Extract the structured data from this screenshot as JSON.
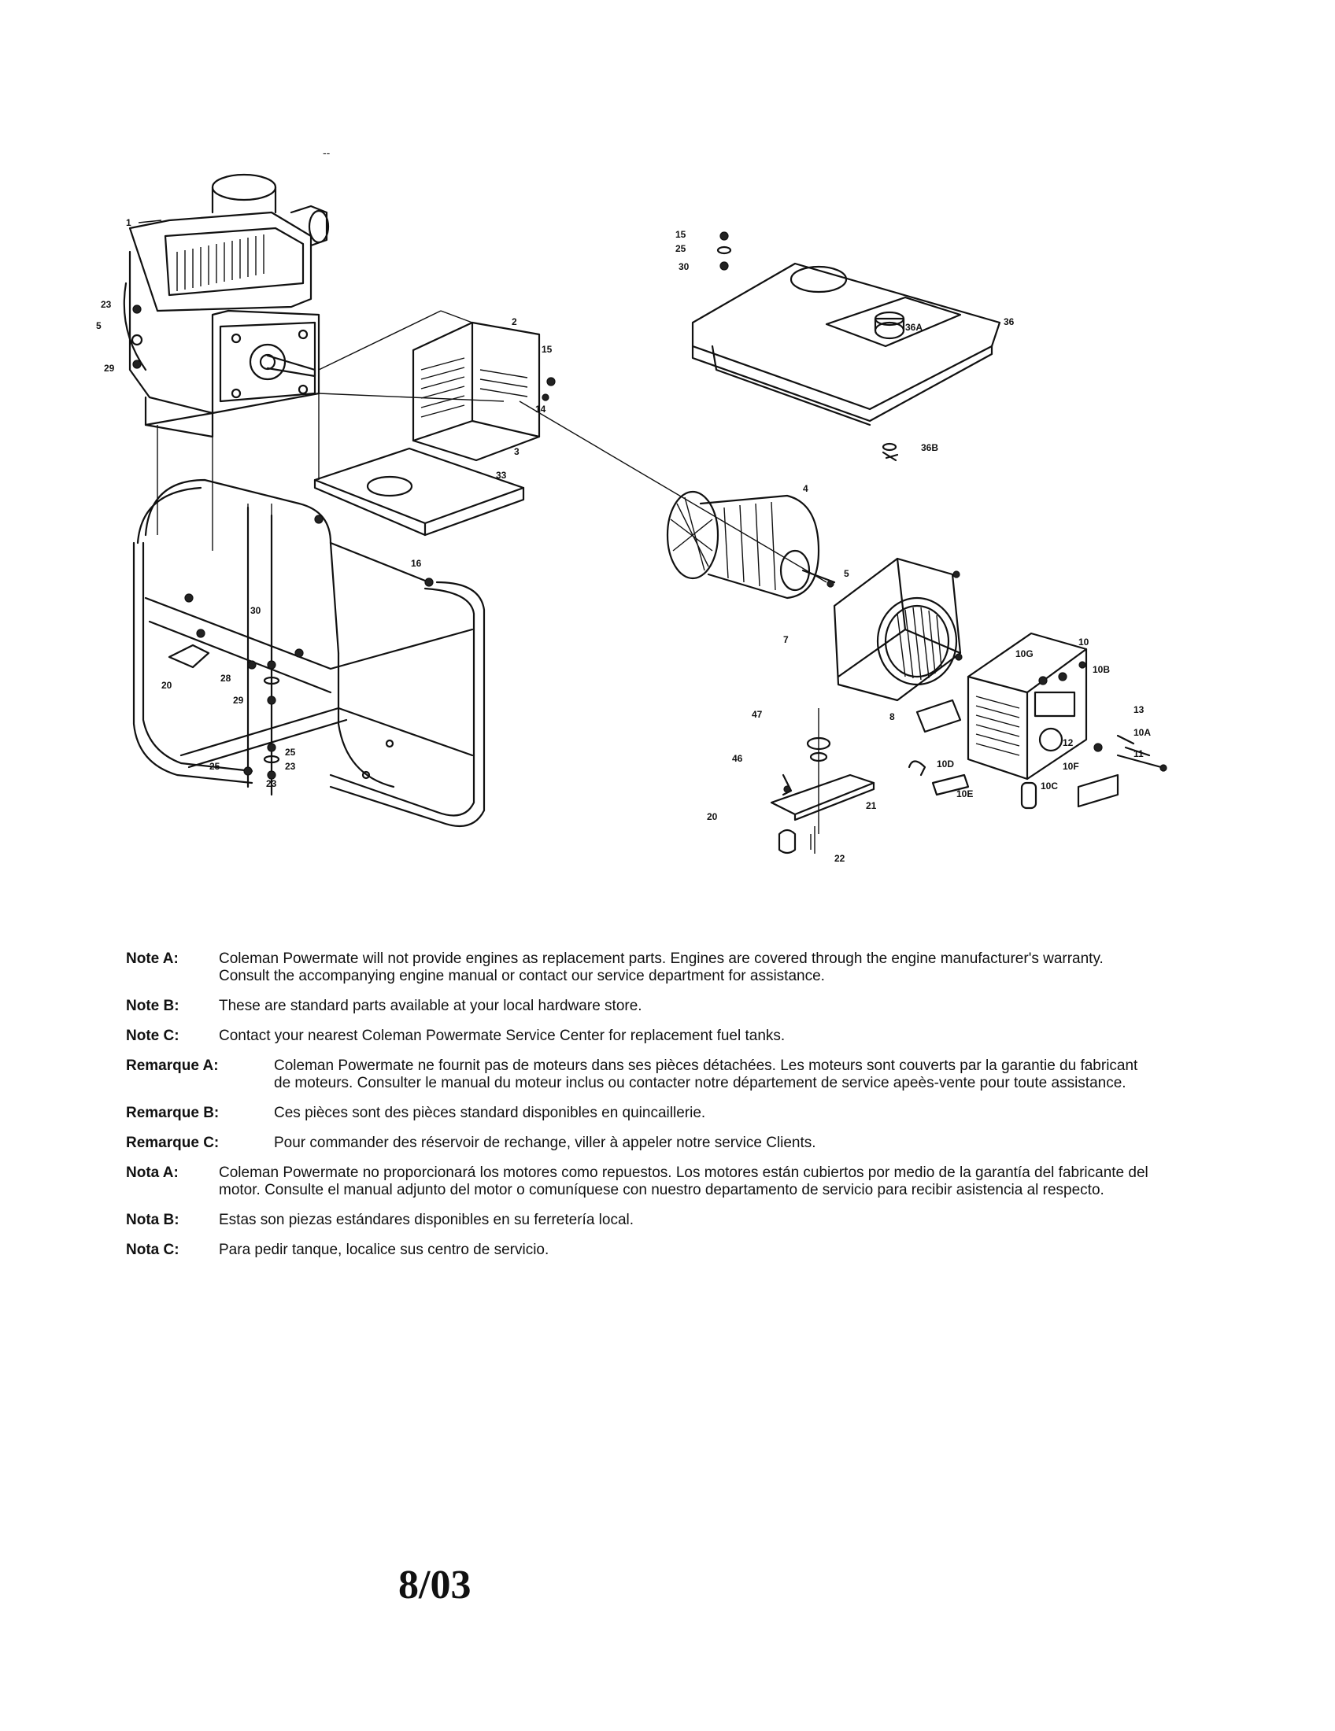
{
  "top_mark": "--",
  "callouts": [
    "1",
    "23",
    "5",
    "29",
    "2",
    "15",
    "14",
    "3",
    "33",
    "16",
    "30",
    "20",
    "28",
    "29",
    "25",
    "23",
    "25",
    "23",
    "15",
    "25",
    "30",
    "36",
    "36A",
    "36B",
    "4",
    "5",
    "7",
    "10",
    "10G",
    "10B",
    "13",
    "10A",
    "12",
    "11",
    "8",
    "47",
    "46",
    "10D",
    "10E",
    "10C",
    "10F",
    "20",
    "21",
    "22"
  ],
  "notes": [
    {
      "label": "Note A:",
      "text": "Coleman Powermate will not provide engines as replacement parts. Engines are covered through the engine manufacturer's warranty. Consult the accompanying engine manual or contact our service department for assistance.",
      "lang": "en"
    },
    {
      "label": "Note B:",
      "text": "These are standard parts available at your local hardware store.",
      "lang": "en"
    },
    {
      "label": "Note C:",
      "text": "Contact your nearest Coleman Powermate Service Center for replacement fuel tanks.",
      "lang": "en"
    },
    {
      "label": "Remarque A:",
      "text": "Coleman Powermate ne fournit pas de moteurs dans ses pièces détachées. Les moteurs sont couverts par la garantie du fabricant de moteurs. Consulter le manual du moteur inclus ou contacter notre département de service apeès-vente pour toute assistance.",
      "lang": "fr"
    },
    {
      "label": "Remarque B:",
      "text": "Ces pièces sont des pièces standard disponibles en quincaillerie.",
      "lang": "fr"
    },
    {
      "label": "Remarque C:",
      "text": "Pour commander des réservoir de rechange, viller à appeler notre service Clients.",
      "lang": "fr"
    },
    {
      "label": "Nota A:",
      "text": "Coleman Powermate no proporcionará los motores como repuestos. Los motores están cubiertos por medio de la garantía del fabricante del motor. Consulte el manual adjunto del motor o comuníquese con nuestro departamento de servicio para recibir asistencia al respecto.",
      "lang": "es"
    },
    {
      "label": "Nota B:",
      "text": "Estas son piezas estándares disponibles en su ferretería local.",
      "lang": "es"
    },
    {
      "label": "Nota C:",
      "text": "Para pedir tanque, localice sus centro de servicio.",
      "lang": "es"
    }
  ],
  "footer_date": "8/03"
}
